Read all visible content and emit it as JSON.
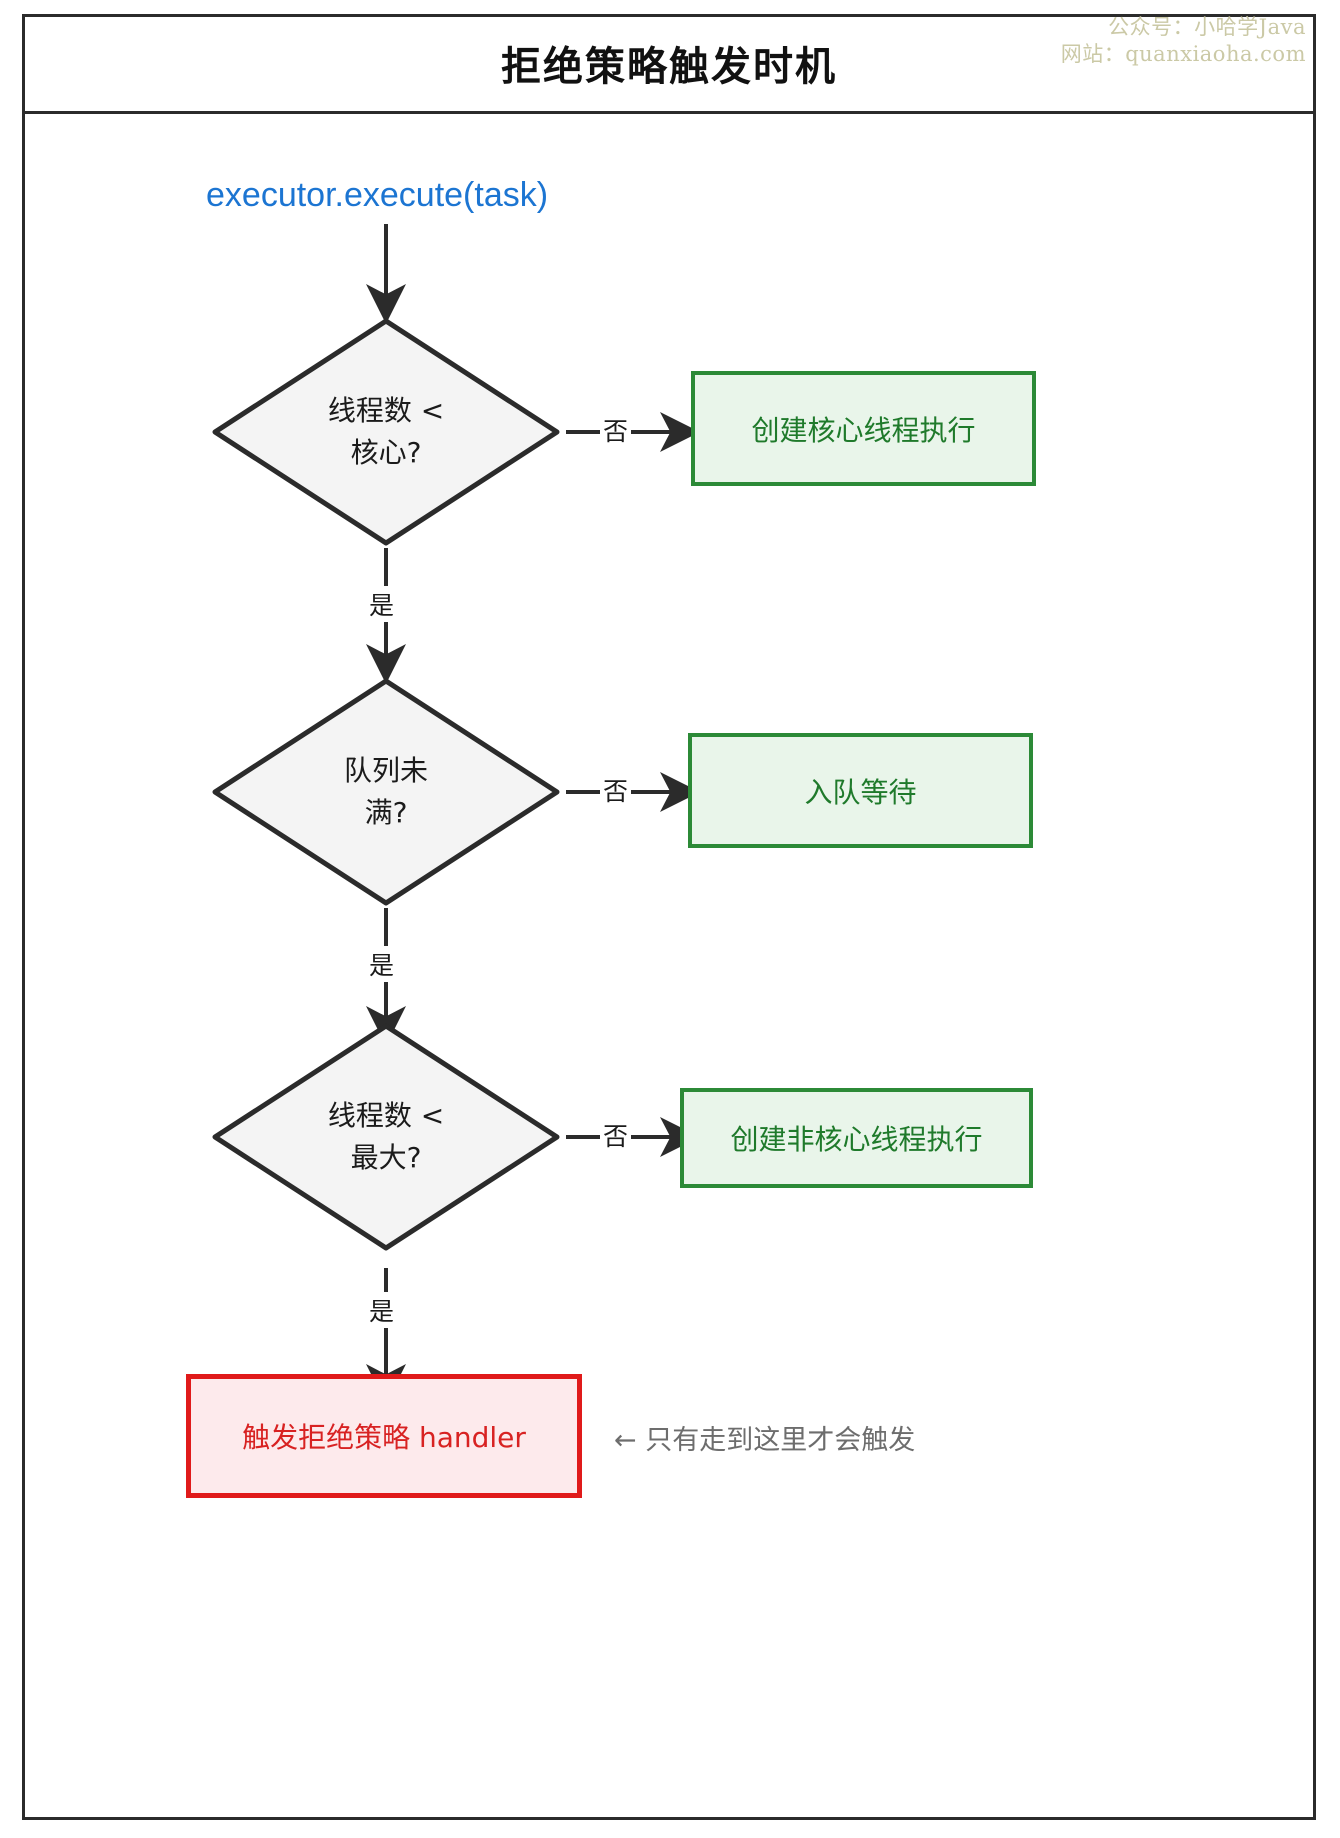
{
  "title": "拒绝策略触发时机",
  "watermark": {
    "line1": "公众号：小哈学Java",
    "line2": "网站：quanxiaoha.com",
    "color": "#cbc9a6"
  },
  "colors": {
    "start_text": "#1c75d2",
    "diamond_fill": "#f4f4f4",
    "diamond_stroke": "#2b2b2b",
    "green_border": "#2c8a37",
    "green_fill": "#e9f5ea",
    "green_text": "#1f7a2b",
    "red_border": "#e01a1a",
    "red_fill": "#fdeaec",
    "red_text": "#d82222",
    "note_text": "#6d6d6d"
  },
  "flow": {
    "start": {
      "label": "executor.execute(task)"
    },
    "decisions": [
      {
        "id": "decision-core-threads",
        "line1": "线程数 <",
        "line2": "核心?",
        "no_label": "否",
        "yes_label": "是"
      },
      {
        "id": "decision-queue-not-full",
        "line1": "队列未",
        "line2": "满?",
        "no_label": "否",
        "yes_label": "是"
      },
      {
        "id": "decision-max-threads",
        "line1": "线程数 <",
        "line2": "最大?",
        "no_label": "否",
        "yes_label": "是"
      }
    ],
    "outcomes": [
      {
        "id": "outcome-create-core-thread",
        "label": "创建核心线程执行"
      },
      {
        "id": "outcome-enqueue-wait",
        "label": "入队等待"
      },
      {
        "id": "outcome-create-non-core-thread",
        "label": "创建非核心线程执行"
      }
    ],
    "terminal": {
      "id": "terminal-reject-handler",
      "label": "触发拒绝策略 handler"
    },
    "note": "← 只有走到这里才会触发"
  }
}
